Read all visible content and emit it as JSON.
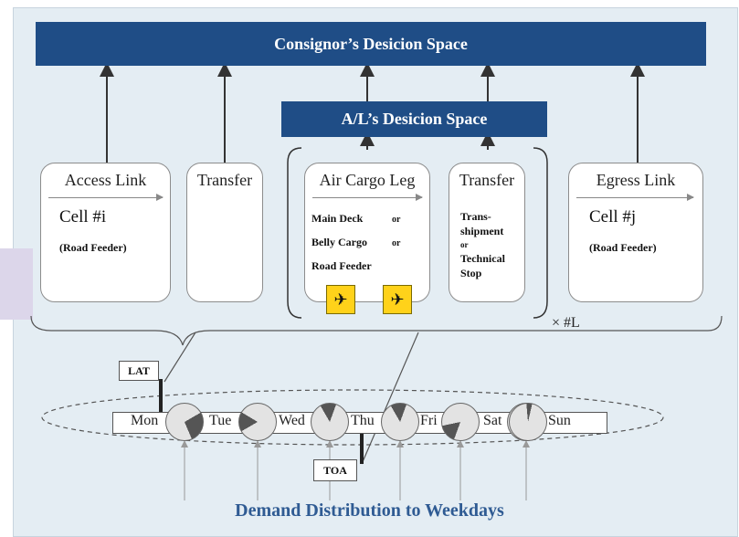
{
  "header": {
    "consignor_title": "Consignor’s Desicion Space",
    "al_title": "A/L’s Desicion Space"
  },
  "boxes": {
    "access": {
      "title": "Access Link",
      "cell": "Cell #i",
      "sub": "(Road Feeder)"
    },
    "transfer1": {
      "title": "Transfer"
    },
    "aircargo": {
      "title": "Air Cargo Leg",
      "lines": [
        "Main Deck",
        "Belly Cargo",
        "Road Feeder"
      ],
      "or": "or"
    },
    "transfer2": {
      "title": "Transfer",
      "lines": [
        "Trans-",
        "shipment",
        "or",
        "Technical",
        "Stop"
      ]
    },
    "egress": {
      "title": "Egress Link",
      "cell": "Cell #j",
      "sub": "(Road Feeder)"
    }
  },
  "multiplier": "× #L",
  "markers": {
    "lat": "LAT",
    "toa": "TOA"
  },
  "days": [
    "Mon",
    "Tue",
    "Wed",
    "Thu",
    "Fri",
    "Sat",
    "Sun"
  ],
  "day_shares": [
    0.27,
    0.17,
    0.14,
    0.14,
    0.16,
    0.22,
    0.05
  ],
  "icons": [
    "takeoff-icon",
    "landing-icon"
  ],
  "footer": "Demand Distribution to Weekdays",
  "colors": {
    "bar": "#1f4d86",
    "background": "#e4edf3",
    "footer_text": "#2f5b93",
    "icon_bg": "#ffd21a"
  }
}
